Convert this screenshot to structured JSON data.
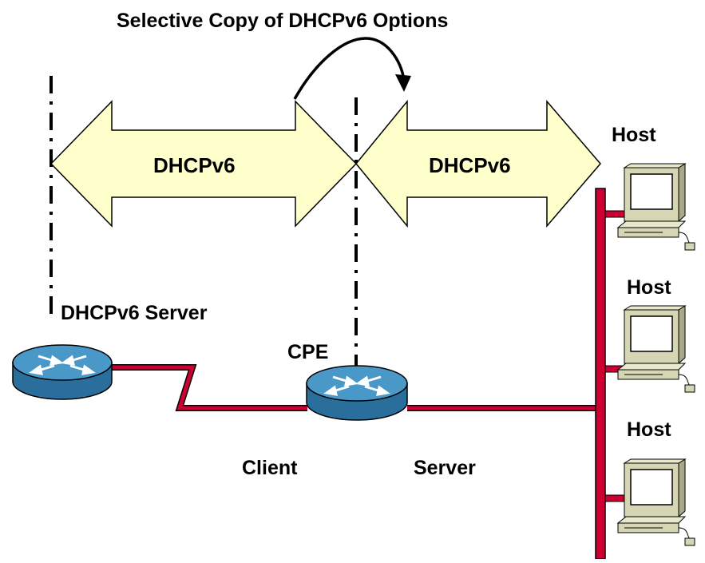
{
  "title": "Selective Copy of DHCPv6 Options",
  "exchanges": {
    "left": "DHCPv6",
    "right": "DHCPv6"
  },
  "devices": {
    "dhcp_server": "DHCPv6 Server",
    "cpe": "CPE",
    "cpe_client_role": "Client",
    "cpe_server_role": "Server"
  },
  "hosts": [
    "Host",
    "Host",
    "Host"
  ],
  "colors": {
    "arrow_fill": "#ffffcc",
    "link": "#cc0033",
    "router_top": "#4a98c8",
    "router_side": "#2a6f9c",
    "host_body": "#d6d6b4"
  }
}
